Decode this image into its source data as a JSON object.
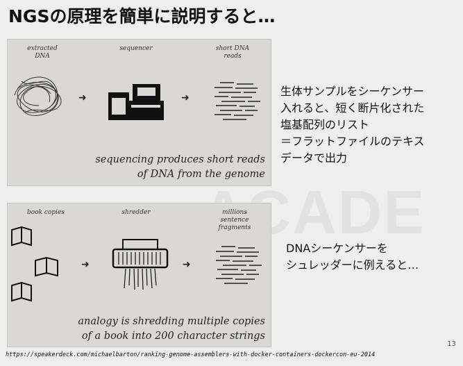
{
  "title": "NGSの原理を簡単に説明すると…",
  "watermark": "ACADE",
  "panel1": {
    "label_extracted": "extracted DNA",
    "label_sequencer": "sequencer",
    "label_reads": "short DNA reads",
    "caption_line1": "sequencing produces short reads",
    "caption_line2": "of DNA from the genome"
  },
  "panel2": {
    "label_book": "book copies",
    "label_shredder": "shredder",
    "label_fragments": "millions sentence fragments",
    "caption_line1": "analogy is shredding multiple copies",
    "caption_line2": "of a book into 200 character strings"
  },
  "description1": {
    "line1": "生体サンプルをシーケンサー",
    "line2": "入れると、短く断片化された",
    "line3": "塩基配列のリスト",
    "line4": "＝フラットファイルのテキス",
    "line5": "データで出力"
  },
  "description2": {
    "line1": "DNAシーケンサーを",
    "line2": "シュレッダーに例えると…"
  },
  "source_url": "https://speakerdeck.com/michaelbarton/ranking-genome-assemblers-with-docker-containers-dockercon-eu-2014",
  "page_number": "13",
  "arrow_glyph": "➜"
}
